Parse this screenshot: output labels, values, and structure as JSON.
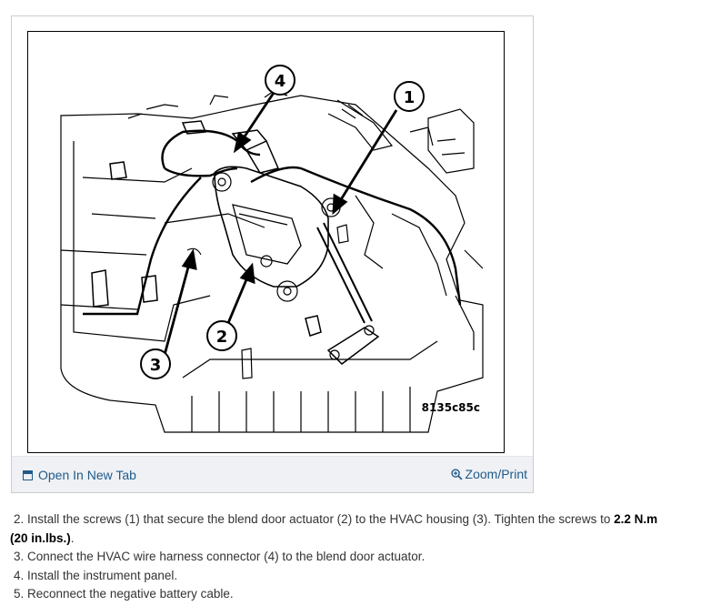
{
  "figure": {
    "code": "8135c85c",
    "callouts": [
      "1",
      "2",
      "3",
      "4"
    ]
  },
  "footer": {
    "open_tab_label": "Open In New Tab",
    "zoom_print_label": "Zoom/Print"
  },
  "steps": {
    "s2_text_a": "2. Install the screws (1) that secure the blend door actuator (2) to the HVAC housing (3). Tighten the screws to ",
    "s2_torque_nm": "2.2 N.m",
    "s2_torque_inlbs": "(20 in.lbs.)",
    "s2_period": ".",
    "s3": "3. Connect the HVAC wire harness connector (4) to the blend door actuator.",
    "s4": "4. Install the instrument panel.",
    "s5": "5. Reconnect the negative battery cable."
  }
}
